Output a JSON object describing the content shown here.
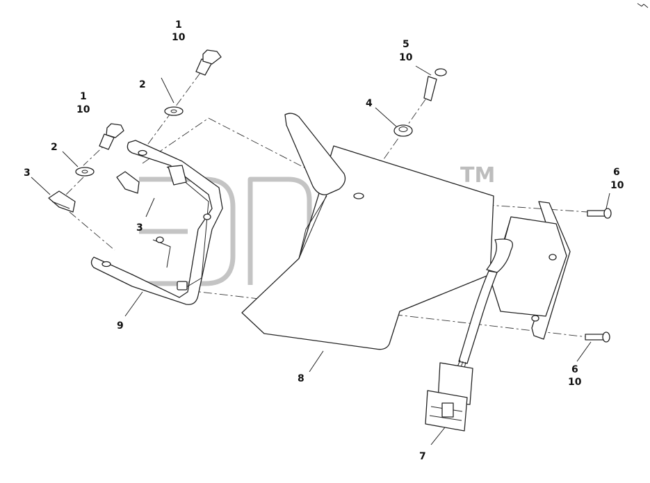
{
  "watermark": {
    "tm": "TM"
  },
  "callouts": {
    "bolt_top": {
      "num": "1",
      "qty": "10"
    },
    "bolt_left": {
      "num": "1",
      "qty": "10"
    },
    "washer_top": {
      "num": "2"
    },
    "washer_left": {
      "num": "2"
    },
    "clip_left": {
      "num": "3"
    },
    "clip_center": {
      "num": "3"
    },
    "grommet": {
      "num": "4"
    },
    "screw": {
      "num": "5",
      "qty": "10"
    },
    "stud_top": {
      "num": "6",
      "qty": "10"
    },
    "stud_bottom": {
      "num": "6",
      "qty": "10"
    },
    "connector": {
      "num": "7"
    },
    "guard": {
      "num": "8"
    },
    "bracket": {
      "num": "9"
    }
  },
  "icons": {
    "corner": "small-glyph-icon"
  }
}
